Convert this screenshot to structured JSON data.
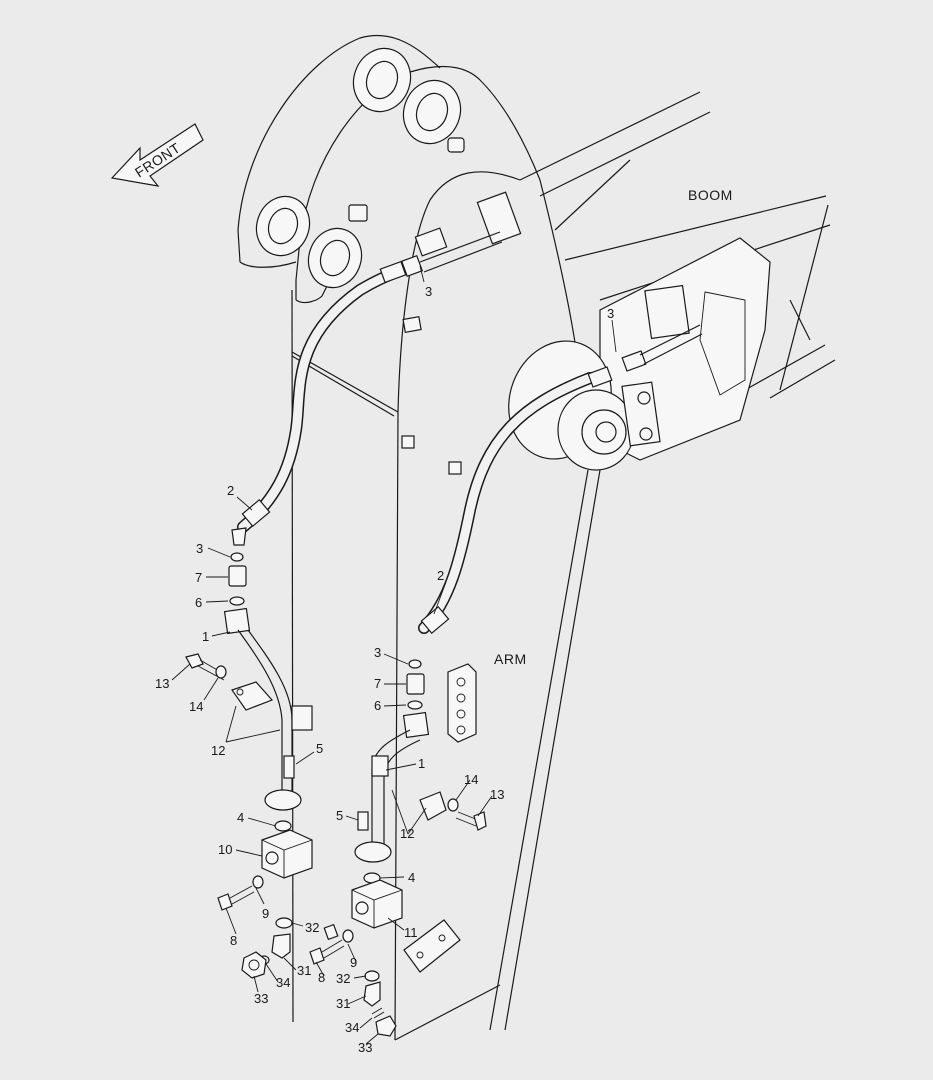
{
  "labels": {
    "front": "FRONT",
    "boom": "BOOM",
    "arm": "ARM"
  },
  "callouts": [
    {
      "id": "c-3a",
      "text": "3"
    },
    {
      "id": "c-3b",
      "text": "3"
    },
    {
      "id": "c-2a",
      "text": "2"
    },
    {
      "id": "c-3c",
      "text": "3"
    },
    {
      "id": "c-7a",
      "text": "7"
    },
    {
      "id": "c-6a",
      "text": "6"
    },
    {
      "id": "c-1a",
      "text": "1"
    },
    {
      "id": "c-13a",
      "text": "13"
    },
    {
      "id": "c-14a",
      "text": "14"
    },
    {
      "id": "c-12a",
      "text": "12"
    },
    {
      "id": "c-5a",
      "text": "5"
    },
    {
      "id": "c-4a",
      "text": "4"
    },
    {
      "id": "c-10",
      "text": "10"
    },
    {
      "id": "c-9a",
      "text": "9"
    },
    {
      "id": "c-8a",
      "text": "8"
    },
    {
      "id": "c-32a",
      "text": "32"
    },
    {
      "id": "c-31a",
      "text": "31"
    },
    {
      "id": "c-34a",
      "text": "34"
    },
    {
      "id": "c-33a",
      "text": "33"
    },
    {
      "id": "c-2b",
      "text": "2"
    },
    {
      "id": "c-3d",
      "text": "3"
    },
    {
      "id": "c-7b",
      "text": "7"
    },
    {
      "id": "c-6b",
      "text": "6"
    },
    {
      "id": "c-1b",
      "text": "1"
    },
    {
      "id": "c-14b",
      "text": "14"
    },
    {
      "id": "c-13b",
      "text": "13"
    },
    {
      "id": "c-5b",
      "text": "5"
    },
    {
      "id": "c-12b",
      "text": "12"
    },
    {
      "id": "c-4b",
      "text": "4"
    },
    {
      "id": "c-11",
      "text": "11"
    },
    {
      "id": "c-9b",
      "text": "9"
    },
    {
      "id": "c-8b",
      "text": "8"
    },
    {
      "id": "c-32b",
      "text": "32"
    },
    {
      "id": "c-31b",
      "text": "31"
    },
    {
      "id": "c-34b",
      "text": "34"
    },
    {
      "id": "c-33b",
      "text": "33"
    }
  ]
}
